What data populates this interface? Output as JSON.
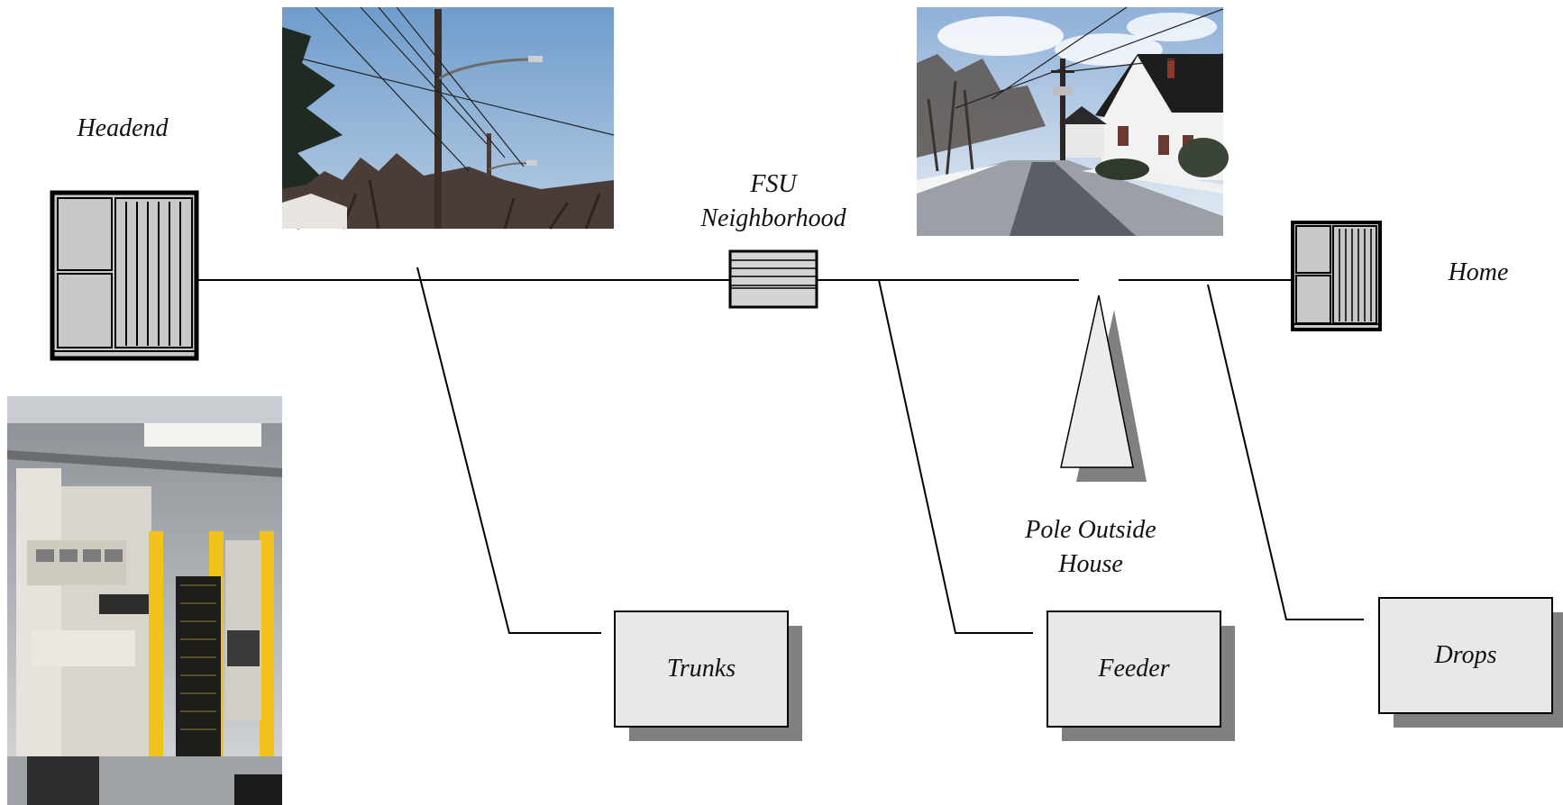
{
  "labels": {
    "headend": "Headend",
    "fsu_line1": "FSU",
    "fsu_line2": "Neighborhood",
    "home": "Home",
    "pole_line1": "Pole Outside",
    "pole_line2": "House"
  },
  "boxes": {
    "trunks": "Trunks",
    "feeder": "Feeder",
    "drops": "Drops"
  },
  "photos": {
    "street_pole": "street-pole-photo",
    "neighborhood_street": "neighborhood-street-photo",
    "headend_equipment": "headend-equipment-rack-photo"
  },
  "colors": {
    "box_fill": "#e8e8e8",
    "shadow": "#808080",
    "line": "#000000",
    "cabinet_fill": "#c8c8c8"
  }
}
